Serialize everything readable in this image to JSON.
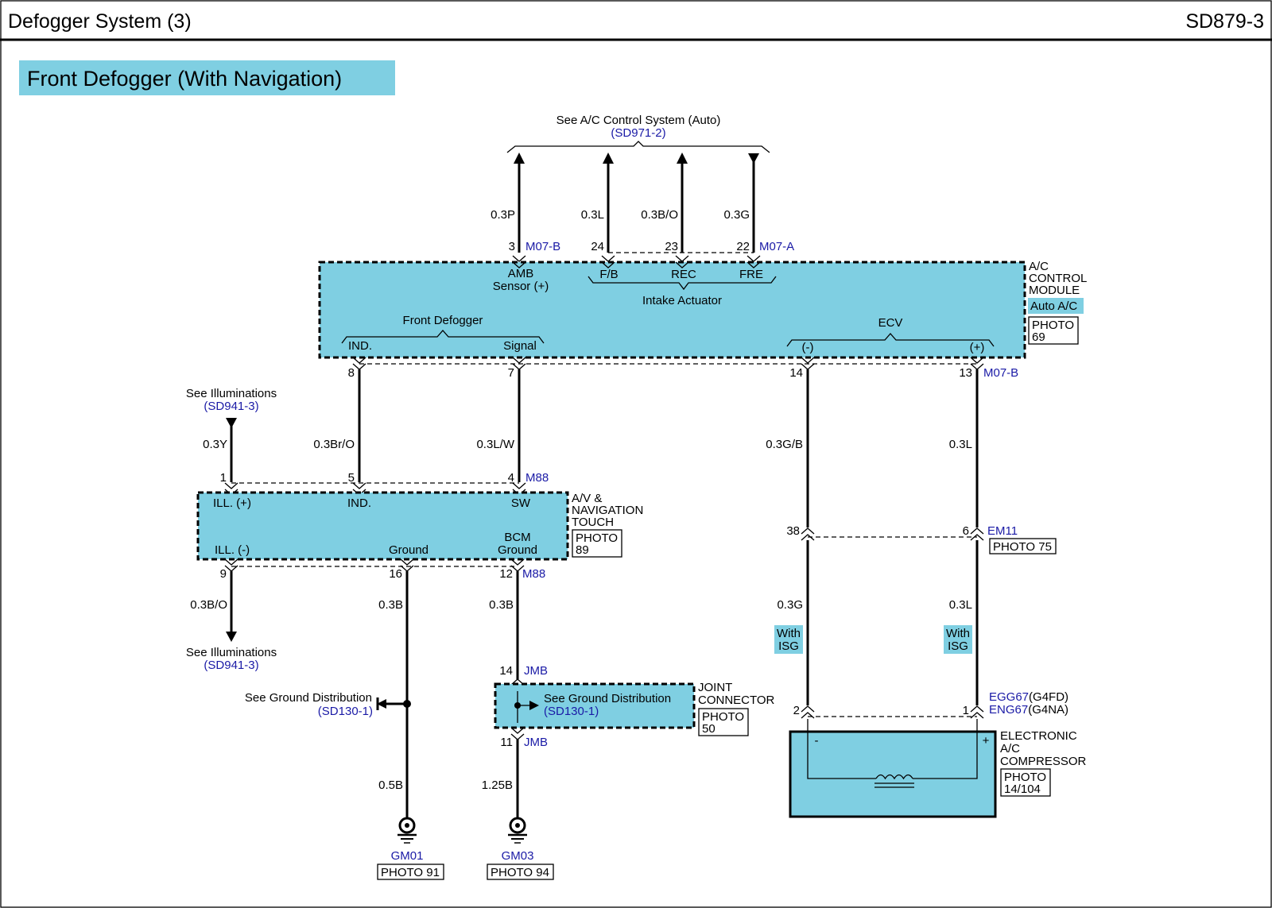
{
  "header": {
    "title": "Defogger System (3)",
    "code": "SD879-3"
  },
  "section_title": "Front Defogger (With Navigation)",
  "colors": {
    "module_fill": "#7fcfe2",
    "reference_text": "#1a1aa6",
    "wire": "#000000"
  },
  "top_reference": {
    "text": "See A/C Control System (Auto)",
    "ref": "(SD971-2)"
  },
  "ac_module": {
    "name": [
      "A/C",
      "CONTROL",
      "MODULE"
    ],
    "variant": "Auto A/C",
    "photo": [
      "PHOTO",
      "69"
    ],
    "amb_label": [
      "AMB",
      "Sensor (+)"
    ],
    "fb": "F/B",
    "rec": "REC",
    "fre": "FRE",
    "intake_actuator": "Intake Actuator",
    "front_defogger": "Front Defogger",
    "ind": "IND.",
    "signal": "Signal",
    "ecv": "ECV",
    "ecv_minus": "(-)",
    "ecv_plus": "(+)"
  },
  "top_wires": [
    {
      "pin": "3",
      "gauge": "0.3P"
    },
    {
      "pin": "24",
      "gauge": "0.3L"
    },
    {
      "pin": "23",
      "gauge": "0.3B/O"
    },
    {
      "pin": "22",
      "gauge": "0.3G"
    }
  ],
  "connectors": {
    "m07b_top": "M07-B",
    "m07a": "M07-A",
    "m07b_bottom": "M07-B",
    "m88_top": "M88",
    "m88_bottom": "M88",
    "jmb_top": "JMB",
    "jmb_bottom": "JMB",
    "em11": "EM11",
    "egg67": "EGG67",
    "egg67_suffix": "(G4FD)",
    "eng67": "ENG67",
    "eng67_suffix": "(G4NA)"
  },
  "ac_bottom_pins": {
    "p8": "8",
    "p7": "7",
    "p14": "14",
    "p13": "13"
  },
  "mid_wires": {
    "w8": "0.3Br/O",
    "w7": "0.3L/W",
    "w14": "0.3G/B",
    "w13": "0.3L"
  },
  "illum_top": {
    "text": "See Illuminations",
    "ref": "(SD941-3)",
    "gauge": "0.3Y"
  },
  "illum_bottom": {
    "text": "See Illuminations",
    "ref": "(SD941-3)",
    "gauge": "0.3B/O"
  },
  "nav_module": {
    "name": [
      "A/V &",
      "NAVIGATION",
      "TOUCH"
    ],
    "photo": [
      "PHOTO",
      "89"
    ],
    "ill_plus": "ILL. (+)",
    "ind": "IND.",
    "sw": "SW",
    "ill_minus": "ILL. (-)",
    "ground": "Ground",
    "bcm_ground": [
      "BCM",
      "Ground"
    ]
  },
  "nav_pins_top": {
    "p1": "1",
    "p5": "5",
    "p4": "4"
  },
  "nav_pins_bottom": {
    "p9": "9",
    "p16": "16",
    "p12": "12"
  },
  "em11_pins": {
    "p38": "38",
    "p6": "6",
    "photo": "PHOTO 75"
  },
  "lower_wires": {
    "w16": "0.3B",
    "w12": "0.3B",
    "w38": "0.3G",
    "w6": "0.3L",
    "w16b": "0.5B",
    "w11b": "1.25B"
  },
  "isg_tag": [
    "With",
    "ISG"
  ],
  "ground_dist_left": {
    "text": "See Ground Distribution",
    "ref": "(SD130-1)"
  },
  "joint_connector": {
    "name": [
      "JOINT",
      "CONNECTOR"
    ],
    "photo": [
      "PHOTO",
      "50"
    ],
    "text": "See Ground Distribution",
    "ref": "(SD130-1)",
    "pin_top": "14",
    "pin_bottom": "11"
  },
  "compressor": {
    "name": [
      "ELECTRONIC",
      "A/C",
      "COMPRESSOR"
    ],
    "photo": [
      "PHOTO",
      "14/104"
    ],
    "pin_left": "2",
    "pin_right": "1",
    "minus": "-",
    "plus": "+"
  },
  "grounds": [
    {
      "id": "GM01",
      "photo": "PHOTO 91"
    },
    {
      "id": "GM03",
      "photo": "PHOTO 94"
    }
  ]
}
